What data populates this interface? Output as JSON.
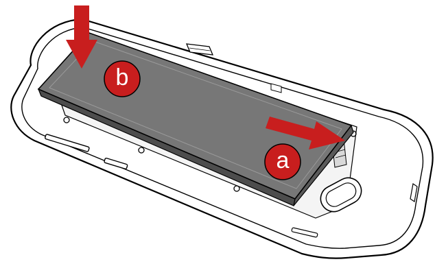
{
  "diagram": {
    "steps": [
      {
        "id": "a",
        "label": "a"
      },
      {
        "id": "b",
        "label": "b"
      }
    ]
  },
  "colors": {
    "marker": "#c81e1e",
    "battery": "#777777",
    "outline": "#000000",
    "device": "#ffffff"
  },
  "icons": {
    "push_arrow": "arrow-down-icon",
    "slide_arrow": "arrow-right-icon"
  }
}
